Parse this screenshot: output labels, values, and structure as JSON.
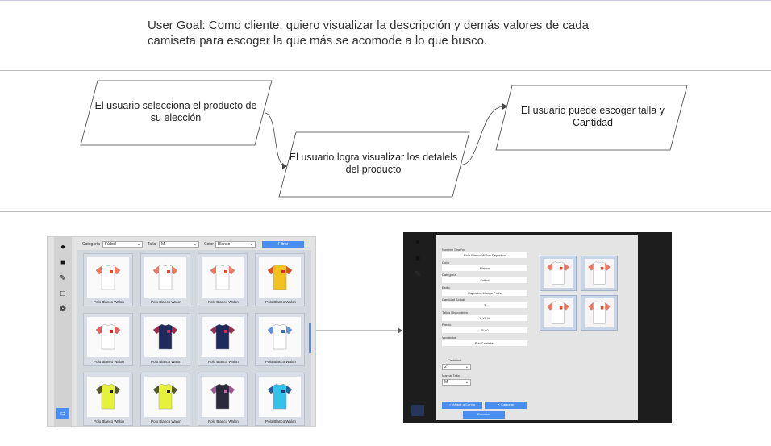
{
  "user_goal": {
    "line1": "User Goal: Como cliente, quiero visualizar la descripción y demás valores de cada",
    "line2": "camiseta para escoger la que más se acomode a lo que busco."
  },
  "flow": {
    "step1": {
      "line1": "El usuario selecciona el producto de",
      "line2": "su elección"
    },
    "step2": {
      "line1": "El usuario logra visualizar los detalels",
      "line2": "del producto"
    },
    "step3": {
      "line1": "El usuario puede escoger talla y",
      "line2": "Cantidad"
    }
  },
  "catalog": {
    "filters": {
      "category_label": "Categoría",
      "category_value": "Fútbol",
      "size_label": "Talla",
      "size_value": "M",
      "color_label": "Color",
      "color_value": "Blanco",
      "filter_button": "Filtrar"
    },
    "products": [
      {
        "name": "Polo Blanco Walon",
        "colors": [
          "#ffffff",
          "#e84b2f"
        ]
      },
      {
        "name": "Polo Blanco Walon",
        "colors": [
          "#ffffff",
          "#e84b2f"
        ]
      },
      {
        "name": "Polo Blanco Walon",
        "colors": [
          "#ffffff",
          "#e84b2f"
        ]
      },
      {
        "name": "Polo Blanco Walon",
        "colors": [
          "#f2c21d",
          "#d62b2b"
        ]
      },
      {
        "name": "Polo Blanco Walon",
        "colors": [
          "#ffffff",
          "#d62b2b"
        ]
      },
      {
        "name": "Polo Blanco Walon",
        "colors": [
          "#1f2a5c",
          "#c2304a"
        ]
      },
      {
        "name": "Polo Blanco Walon",
        "colors": [
          "#1f2a5c",
          "#c2304a"
        ]
      },
      {
        "name": "Polo Blanco Walon",
        "colors": [
          "#ffffff",
          "#2d6fd6"
        ]
      },
      {
        "name": "Polo Blanco Walon",
        "colors": [
          "#e6f23a",
          "#222222"
        ]
      },
      {
        "name": "Polo Blanco Walon",
        "colors": [
          "#e6f23a",
          "#222222"
        ]
      },
      {
        "name": "Polo Blanco Walon",
        "colors": [
          "#2a2a3a",
          "#c66ab0"
        ]
      },
      {
        "name": "Polo Blanco Walon",
        "colors": [
          "#35c2ea",
          "#1d3c7a"
        ]
      }
    ]
  },
  "detail": {
    "fields": [
      {
        "label": "Nombre Diseño",
        "value": "Polo Blanco Walon Deportivo"
      },
      {
        "label": "Color",
        "value": "Blanco"
      },
      {
        "label": "Categoría",
        "value": "Futbol"
      },
      {
        "label": "Estilo",
        "value": "Deportivo Manga Corta"
      },
      {
        "label": "Cantidad Actual",
        "value": "3"
      },
      {
        "label": "Tallas Disponibles",
        "value": "X,XL,M"
      },
      {
        "label": "Precio",
        "value": "S/ 80"
      },
      {
        "label": "Vendedor",
        "value": "PoloCamistas"
      }
    ],
    "quantity_label": "Cantidad",
    "quantity_value": "2",
    "size_label": "Marcar Talla",
    "size_value": "M",
    "add_cart_button": "Añadir a Carrito",
    "cancel_button": "Cancelar",
    "process_button": "Procesar",
    "accent": "#4a8ef0"
  }
}
